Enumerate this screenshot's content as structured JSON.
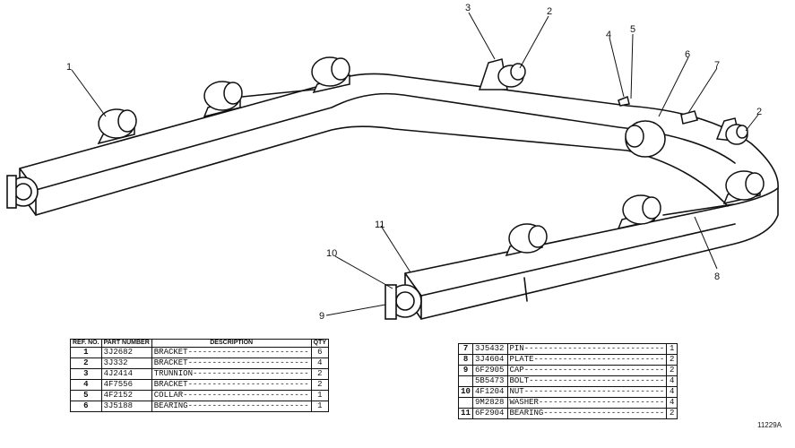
{
  "callouts": [
    "1",
    "2",
    "3",
    "4",
    "5",
    "6",
    "7",
    "8",
    "9",
    "10",
    "11"
  ],
  "left_table": {
    "headers": {
      "ref": "REF. NO.",
      "part": "PART NUMBER",
      "description": "DESCRIPTION",
      "qty": "QTY"
    },
    "rows": [
      {
        "ref": "1",
        "part": "3J2682",
        "desc": "BRACKET-------------------------",
        "qty": "6"
      },
      {
        "ref": "2",
        "part": "3J332",
        "desc": "BRACKET-------------------------",
        "qty": "4"
      },
      {
        "ref": "3",
        "part": "4J2414",
        "desc": "TRUNNION------------------------",
        "qty": "2"
      },
      {
        "ref": "4",
        "part": "4F7556",
        "desc": "BRACKET-------------------------",
        "qty": "2"
      },
      {
        "ref": "5",
        "part": "4F2152",
        "desc": "COLLAR--------------------------",
        "qty": "1"
      },
      {
        "ref": "6",
        "part": "3J5188",
        "desc": "BEARING-------------------------",
        "qty": "1"
      }
    ]
  },
  "right_table": {
    "rows": [
      {
        "ref": "7",
        "part": "3J5432",
        "desc": "PIN-----------------------------",
        "qty": "1"
      },
      {
        "ref": "8",
        "part": "3J4604",
        "desc": "PLATE---------------------------",
        "qty": "2"
      },
      {
        "ref": "9",
        "part": "6F2905",
        "desc": "CAP-----------------------------",
        "qty": "2"
      },
      {
        "ref": "",
        "part": "5B5473",
        "desc": "BOLT----------------------------",
        "qty": "4"
      },
      {
        "ref": "10",
        "part": "4F1204",
        "desc": "NUT-----------------------------",
        "qty": "4"
      },
      {
        "ref": "",
        "part": "9M2828",
        "desc": "WASHER--------------------------",
        "qty": "4"
      },
      {
        "ref": "11",
        "part": "6F2904",
        "desc": "BEARING-------------------------",
        "qty": "2"
      }
    ]
  },
  "drawing_number": "11229A"
}
